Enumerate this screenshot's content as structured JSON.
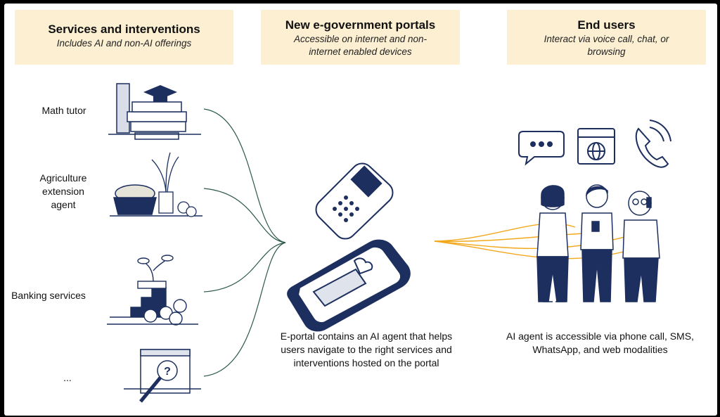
{
  "headers": {
    "services": {
      "title": "Services and interventions",
      "subtitle": "Includes AI and non-AI offerings"
    },
    "portals": {
      "title": "New e-government portals",
      "subtitle": "Accessible on internet and non-internet enabled devices"
    },
    "users": {
      "title": "End users",
      "subtitle": "Interact via voice call, chat, or browsing"
    }
  },
  "services": {
    "math": "Math tutor",
    "agriculture": "Agriculture extension agent",
    "banking": "Banking services",
    "more": "..."
  },
  "captions": {
    "portal": "E-portal contains an AI agent that helps users navigate to the right services and interventions hosted on the portal",
    "users": "AI agent is accessible via phone call, SMS, WhatsApp, and web modalities"
  },
  "colors": {
    "header_bg": "#fcefd2",
    "navy": "#1c2f5e",
    "connector_orange": "#f2a81d",
    "connector_teal": "#2d5a4a"
  },
  "icons": [
    "books-icon",
    "grad-cap-icon",
    "grain-basket-icon",
    "wheat-icon",
    "coins-plant-icon",
    "search-magnifier-icon",
    "feature-phone-icon",
    "smartphone-icon",
    "chat-bubble-icon",
    "browser-globe-icon",
    "phone-call-icon",
    "woman-user-icon",
    "young-man-user-icon",
    "elderly-man-user-icon"
  ]
}
